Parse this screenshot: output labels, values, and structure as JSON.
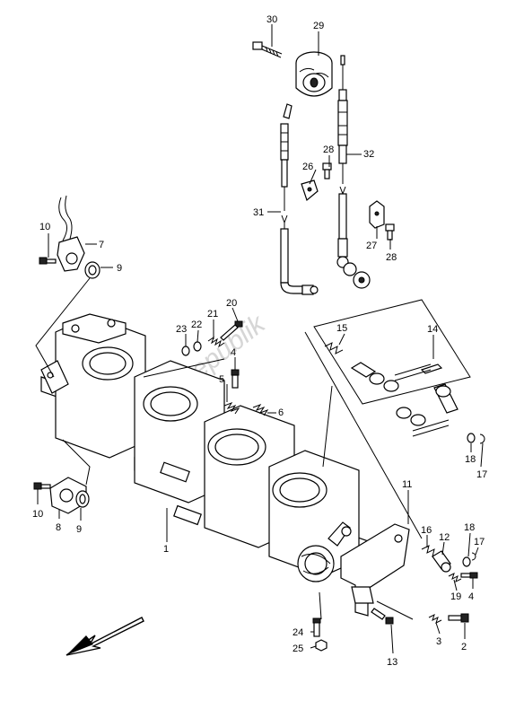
{
  "watermark": "PartsRepublik",
  "callouts": [
    {
      "key": "30",
      "text": "30"
    },
    {
      "key": "29",
      "text": "29"
    },
    {
      "key": "28a",
      "text": "28"
    },
    {
      "key": "26",
      "text": "26"
    },
    {
      "key": "32",
      "text": "32"
    },
    {
      "key": "31",
      "text": "31"
    },
    {
      "key": "27",
      "text": "27"
    },
    {
      "key": "28b",
      "text": "28"
    },
    {
      "key": "10a",
      "text": "10"
    },
    {
      "key": "7",
      "text": "7"
    },
    {
      "key": "9a",
      "text": "9"
    },
    {
      "key": "20",
      "text": "20"
    },
    {
      "key": "21",
      "text": "21"
    },
    {
      "key": "22",
      "text": "22"
    },
    {
      "key": "23",
      "text": "23"
    },
    {
      "key": "4a",
      "text": "4"
    },
    {
      "key": "5",
      "text": "5"
    },
    {
      "key": "6",
      "text": "6"
    },
    {
      "key": "15",
      "text": "15"
    },
    {
      "key": "14",
      "text": "14"
    },
    {
      "key": "18a",
      "text": "18"
    },
    {
      "key": "17a",
      "text": "17"
    },
    {
      "key": "10b",
      "text": "10"
    },
    {
      "key": "8",
      "text": "8"
    },
    {
      "key": "9b",
      "text": "9"
    },
    {
      "key": "1",
      "text": "1"
    },
    {
      "key": "11",
      "text": "11"
    },
    {
      "key": "16",
      "text": "16"
    },
    {
      "key": "12",
      "text": "12"
    },
    {
      "key": "18b",
      "text": "18"
    },
    {
      "key": "17b",
      "text": "17"
    },
    {
      "key": "19",
      "text": "19"
    },
    {
      "key": "4b",
      "text": "4"
    },
    {
      "key": "24",
      "text": "24"
    },
    {
      "key": "25",
      "text": "25"
    },
    {
      "key": "3",
      "text": "3"
    },
    {
      "key": "2",
      "text": "2"
    },
    {
      "key": "13",
      "text": "13"
    }
  ],
  "front_arrow": "front-direction-arrow"
}
